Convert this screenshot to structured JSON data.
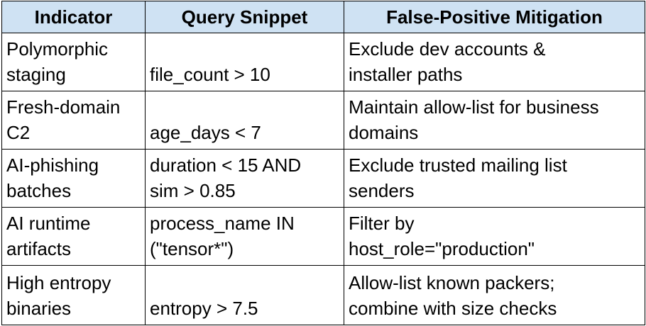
{
  "table": {
    "headers": [
      "Indicator",
      "Query Snippet",
      "False-Positive Mitigation"
    ],
    "rows": [
      {
        "indicator": [
          "Polymorphic",
          "staging"
        ],
        "query": [
          "file_count > 10"
        ],
        "mitigation": [
          "Exclude dev accounts &",
          "installer paths"
        ]
      },
      {
        "indicator": [
          "Fresh-domain",
          "C2"
        ],
        "query": [
          "age_days < 7"
        ],
        "mitigation": [
          "Maintain allow-list for business",
          "domains"
        ]
      },
      {
        "indicator": [
          "AI-phishing",
          "batches"
        ],
        "query": [
          "duration < 15 AND",
          "sim > 0.85"
        ],
        "mitigation": [
          "Exclude trusted mailing list",
          "senders"
        ]
      },
      {
        "indicator": [
          "AI runtime",
          "artifacts"
        ],
        "query": [
          "process_name IN",
          "(\"tensor*\")"
        ],
        "mitigation": [
          "Filter by",
          "host_role=\"production\""
        ]
      },
      {
        "indicator": [
          "High entropy",
          "binaries"
        ],
        "query": [
          "entropy > 7.5"
        ],
        "mitigation": [
          "Allow-list known packers;",
          "combine with size checks"
        ]
      }
    ]
  },
  "colors": {
    "header_background": "#cfe2f3",
    "border": "#000000",
    "text": "#000000"
  }
}
